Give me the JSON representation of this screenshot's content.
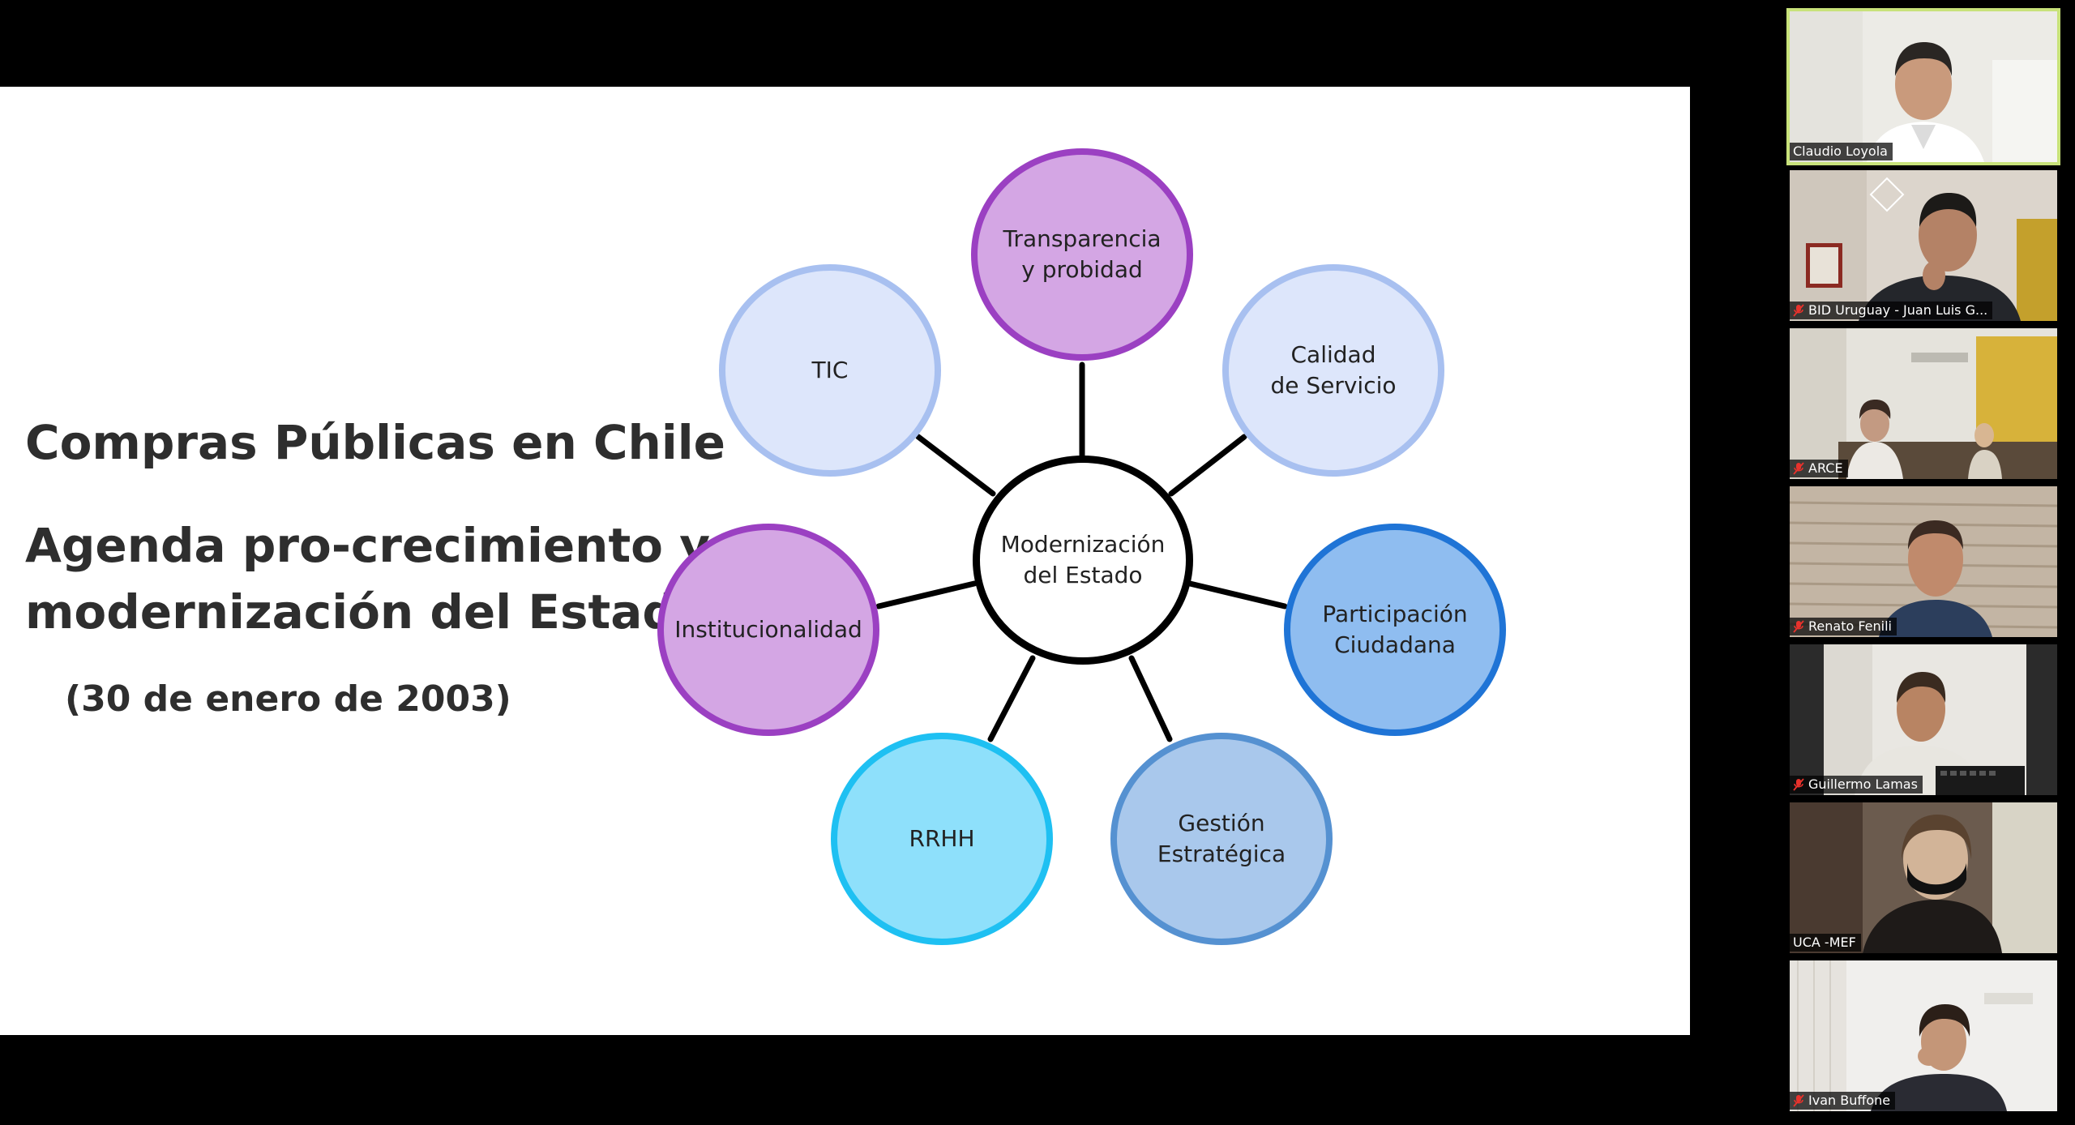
{
  "slide": {
    "title": "Compras Públicas en Chile",
    "subtitle_line1": "Agenda pro-crecimiento y",
    "subtitle_line2": "modernización del Estado",
    "date": "(30 de enero de 2003)"
  },
  "diagram": {
    "center": {
      "line1": "Modernización",
      "line2": "del Estado",
      "fill": "#ffffff",
      "border": "#000000"
    },
    "nodes": [
      {
        "id": "transparencia",
        "line1": "Transparencia",
        "line2": "y probidad",
        "fill": "#d4a6e4",
        "border": "#9b40c2"
      },
      {
        "id": "calidad",
        "line1": "Calidad",
        "line2": "de Servicio",
        "fill": "#dde6fb",
        "border": "#a8c0f0"
      },
      {
        "id": "participacion",
        "line1": "Participación",
        "line2": "Ciudadana",
        "fill": "#8fbdf0",
        "border": "#1f74d6"
      },
      {
        "id": "gestion",
        "line1": "Gestión",
        "line2": "Estratégica",
        "fill": "#a9c8ec",
        "border": "#5591d1"
      },
      {
        "id": "rrhh",
        "line1": "RRHH",
        "line2": "",
        "fill": "#8ee0fb",
        "border": "#1ec0f2"
      },
      {
        "id": "institucionalidad",
        "line1": "Institucionalidad",
        "line2": "",
        "fill": "#d4a6e4",
        "border": "#9b40c2"
      },
      {
        "id": "tic",
        "line1": "TIC",
        "line2": "",
        "fill": "#dde6fb",
        "border": "#a8c0f0"
      }
    ]
  },
  "participants": [
    {
      "name": "Claudio Loyola",
      "muted": false,
      "active": true
    },
    {
      "name": "BID Uruguay - Juan Luis G...",
      "muted": true,
      "active": false
    },
    {
      "name": "ARCE",
      "muted": true,
      "active": false
    },
    {
      "name": "Renato Fenili",
      "muted": true,
      "active": false
    },
    {
      "name": "Guillermo Lamas",
      "muted": true,
      "active": false
    },
    {
      "name": "UCA -MEF",
      "muted": false,
      "active": false
    },
    {
      "name": "Ivan Buffone",
      "muted": true,
      "active": false
    }
  ],
  "colors": {
    "muted_icon": "#e8322c",
    "active_border": "#c8e27a"
  }
}
